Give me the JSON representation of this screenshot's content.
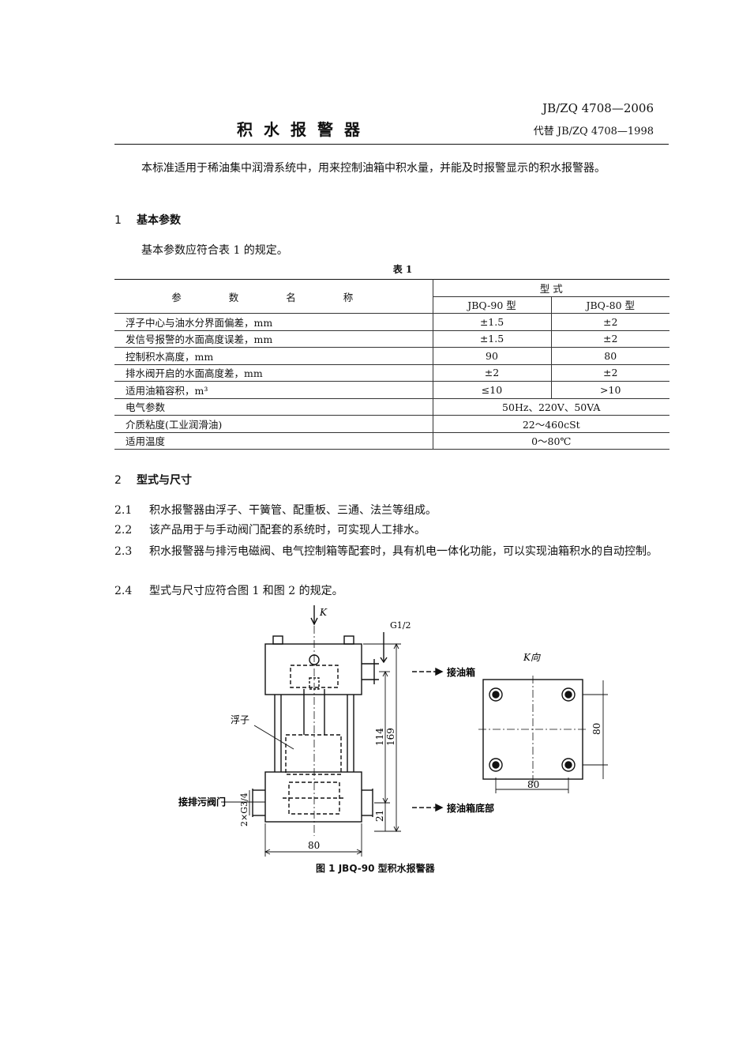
{
  "header": {
    "standard_number": "JB/ZQ 4708—2006",
    "replaces": "代替 JB/ZQ 4708—1998",
    "title": "积水报警器"
  },
  "intro": "本标准适用于稀油集中润滑系统中，用来控制油箱中积水量，并能及时报警显示的积水报警器。",
  "section1": {
    "num": "1",
    "title": "基本参数",
    "text": "基本参数应符合表 1 的规定。"
  },
  "table1": {
    "caption": "表 1",
    "param_header": "参 数 名 称",
    "type_header": "型  式",
    "col_a": "JBQ-90 型",
    "col_b": "JBQ-80 型",
    "rows": [
      {
        "name": "浮子中心与油水分界面偏差，mm",
        "a": "±1.5",
        "b": "±2"
      },
      {
        "name": "发信号报警的水面高度误差，mm",
        "a": "±1.5",
        "b": "±2"
      },
      {
        "name": "控制积水高度，mm",
        "a": "90",
        "b": "80"
      },
      {
        "name": "排水阀开启的水面高度差，mm",
        "a": "±2",
        "b": "±2"
      },
      {
        "name": "适用油箱容积，m³",
        "a": "≤10",
        "b": ">10"
      }
    ],
    "merged_rows": [
      {
        "name": "电气参数",
        "value": "50Hz、220V、50VA"
      },
      {
        "name": "介质粘度(工业润滑油)",
        "value": "22～460cSt"
      },
      {
        "name": "适用温度",
        "value": "0～80℃"
      }
    ]
  },
  "section2": {
    "num": "2",
    "title": "型式与尺寸",
    "items": [
      {
        "num": "2.1",
        "text": "积水报警器由浮子、干簧管、配重板、三通、法兰等组成。"
      },
      {
        "num": "2.2",
        "text": "该产品用于与手动阀门配套的系统时，可实现人工排水。"
      },
      {
        "num": "2.3",
        "text": "积水报警器与排污电磁阀、电气控制箱等配套时，具有机电一体化功能，可以实现油箱积水的自动控制。"
      },
      {
        "num": "2.4",
        "text": "型式与尺寸应符合图 1 和图 2 的规定。"
      }
    ]
  },
  "figure1": {
    "view_k": "K",
    "thread_g": "G1/2",
    "float_label": "浮子",
    "to_tank": "接油箱",
    "to_tank_bottom": "接油箱底部",
    "to_drain_valve": "接排污阀门",
    "thread_side": "2×G3/4",
    "dim_width": "80",
    "dim_114": "114",
    "dim_169": "169",
    "dim_21": "21",
    "k_view_title": "K向",
    "k_dim_w": "80",
    "k_dim_h": "80",
    "caption": "图 1  JBQ-90 型积水报警器"
  }
}
